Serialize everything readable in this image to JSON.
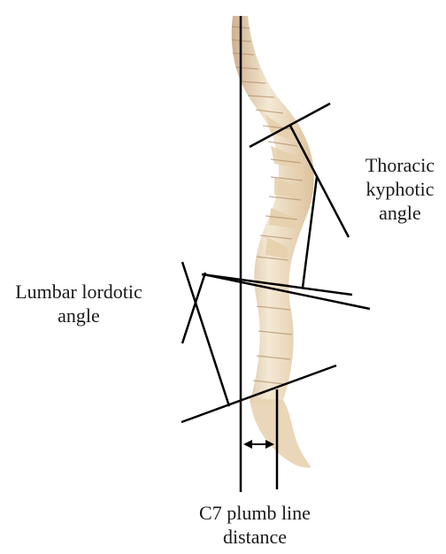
{
  "labels": {
    "thoracic": [
      "Thoracic",
      "kyphotic",
      "angle"
    ],
    "lumbar": [
      "Lumbar lordotic",
      "angle"
    ],
    "c7": [
      "C7 plumb line",
      "distance"
    ]
  },
  "colors": {
    "bone_light": "#f3e6cf",
    "bone_mid": "#e2caa4",
    "bone_dark": "#c9a882",
    "line": "#000000",
    "text": "#1a1a1a"
  }
}
